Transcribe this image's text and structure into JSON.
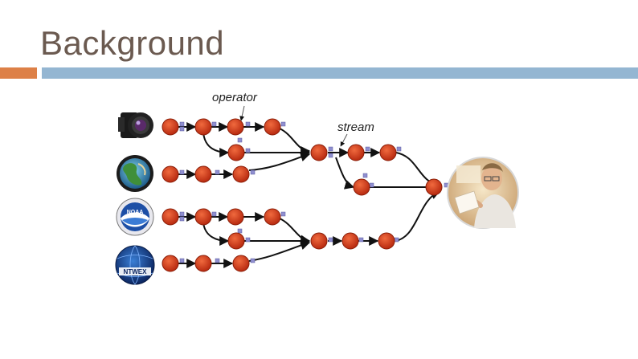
{
  "slide": {
    "title": "Background"
  },
  "diagram": {
    "labels": {
      "operator": "operator",
      "stream": "stream"
    },
    "sources": [
      {
        "icon": "camera-icon"
      },
      {
        "icon": "earth-globe-icon"
      },
      {
        "icon": "noaa-logo-icon",
        "text": "NOAA"
      },
      {
        "icon": "network-globe-icon",
        "text": "NTWEX"
      }
    ],
    "consumer": {
      "icon": "person-analyst-icon"
    },
    "colors": {
      "operator": "#d63c1c",
      "stream_marker": "#8f8fd0",
      "edge": "#111111",
      "accent_orange": "#dd8047",
      "accent_blue": "#94b6d2",
      "title": "#6b5a50"
    }
  }
}
